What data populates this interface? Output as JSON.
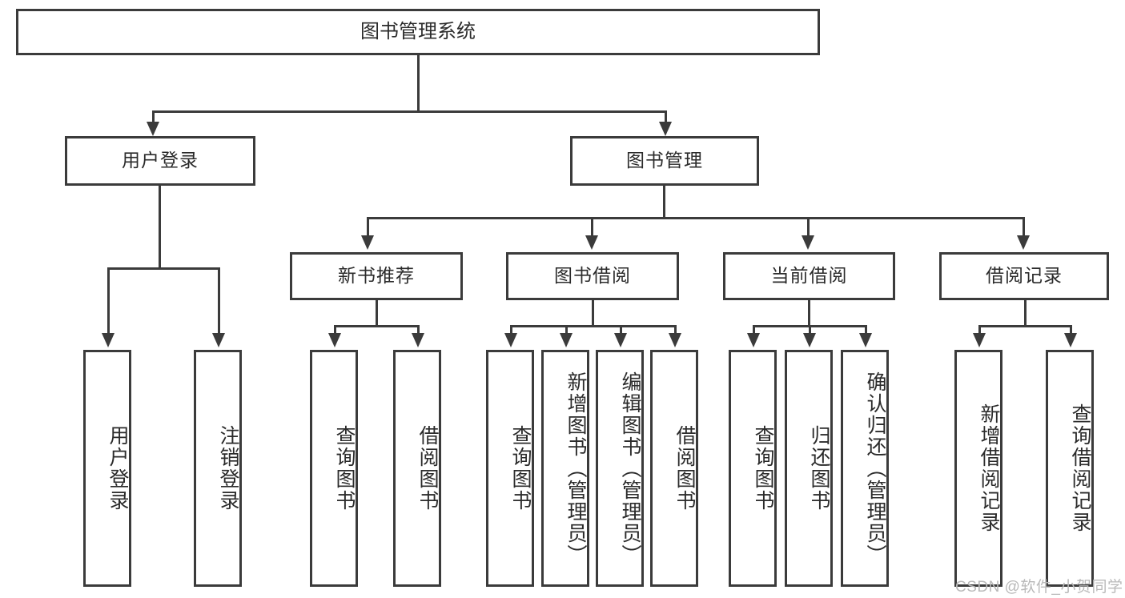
{
  "diagram": {
    "type": "tree-hierarchy",
    "title": "图书管理系统",
    "root": {
      "label": "图书管理系统"
    },
    "level2": [
      {
        "id": "user-login",
        "label": "用户登录"
      },
      {
        "id": "book-management",
        "label": "图书管理"
      }
    ],
    "level3": [
      {
        "id": "new-book-recommend",
        "label": "新书推荐"
      },
      {
        "id": "book-borrow",
        "label": "图书借阅"
      },
      {
        "id": "current-borrow",
        "label": "当前借阅"
      },
      {
        "id": "borrow-record",
        "label": "借阅记录"
      }
    ],
    "leaves": {
      "user_login": [
        {
          "id": "leaf-user-login",
          "label": "用户登录"
        },
        {
          "id": "leaf-logout-login",
          "label": "注销登录"
        }
      ],
      "new_book_recommend": [
        {
          "id": "leaf-query-book-1",
          "label": "查询图书"
        },
        {
          "id": "leaf-borrow-book-1",
          "label": "借阅图书"
        }
      ],
      "book_borrow": [
        {
          "id": "leaf-query-book-2",
          "label": "查询图书"
        },
        {
          "id": "leaf-add-book",
          "label": "新增图书（管理员）"
        },
        {
          "id": "leaf-edit-book",
          "label": "编辑图书（管理员）"
        },
        {
          "id": "leaf-borrow-book-2",
          "label": "借阅图书"
        }
      ],
      "current_borrow": [
        {
          "id": "leaf-query-book-3",
          "label": "查询图书"
        },
        {
          "id": "leaf-return-book",
          "label": "归还图书"
        },
        {
          "id": "leaf-confirm-return",
          "label": "确认归还（管理员）"
        }
      ],
      "borrow_record": [
        {
          "id": "leaf-add-record",
          "label": "新增借阅记录"
        },
        {
          "id": "leaf-query-record",
          "label": "查询借阅记录"
        }
      ]
    }
  },
  "watermark": {
    "text": "CSDN @软件_小贺同学"
  },
  "colors": {
    "stroke": "#3b3b3b",
    "background": "#ffffff",
    "text": "#2b2b2b",
    "watermark": "#b9b9b9"
  }
}
